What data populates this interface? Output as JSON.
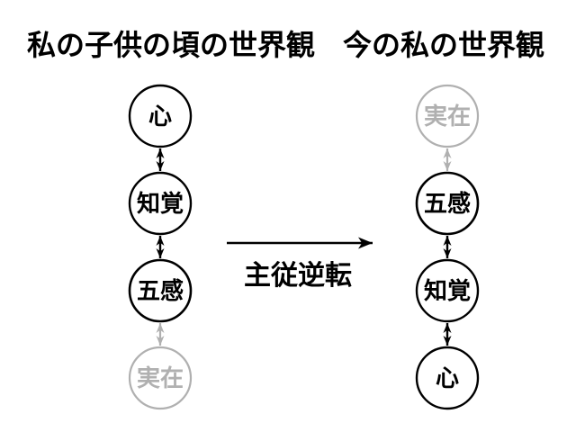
{
  "left_diagram": {
    "title": "私の子供の頃の世界観",
    "nodes": [
      {
        "label": "心",
        "color": "#000000"
      },
      {
        "label": "知覚",
        "color": "#000000"
      },
      {
        "label": "五感",
        "color": "#000000"
      },
      {
        "label": "実在",
        "color": "#b0b0b0"
      }
    ],
    "connectors": [
      {
        "type": "double-headed-arrow",
        "color": "#000000"
      },
      {
        "type": "double-headed-arrow",
        "color": "#000000"
      },
      {
        "type": "double-headed-arrow",
        "color": "#b0b0b0"
      }
    ]
  },
  "right_diagram": {
    "title": "今の私の世界観",
    "nodes": [
      {
        "label": "実在",
        "color": "#b0b0b0"
      },
      {
        "label": "五感",
        "color": "#000000"
      },
      {
        "label": "知覚",
        "color": "#000000"
      },
      {
        "label": "心",
        "color": "#000000"
      }
    ],
    "connectors": [
      {
        "type": "double-headed-arrow",
        "color": "#b0b0b0"
      },
      {
        "type": "double-headed-arrow",
        "color": "#000000"
      },
      {
        "type": "double-headed-arrow",
        "color": "#000000"
      }
    ]
  },
  "transition": {
    "label": "主従逆転",
    "arrow": "right-arrow",
    "color": "#000000"
  },
  "colors": {
    "black": "#000000",
    "gray": "#b0b0b0",
    "background": "#ffffff"
  }
}
